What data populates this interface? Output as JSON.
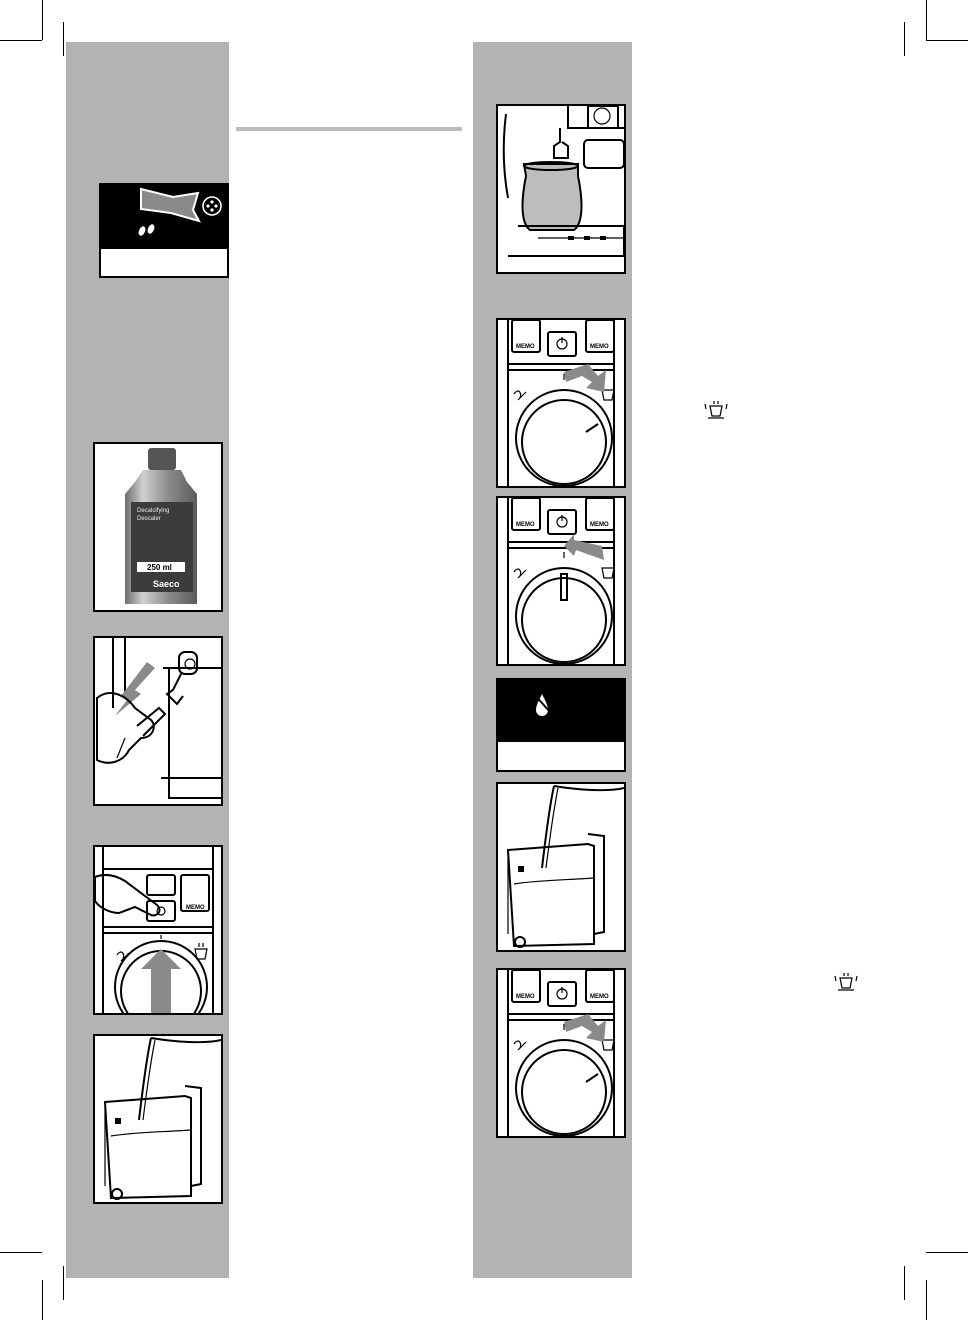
{
  "bottle": {
    "name_line1": "Decalcifying",
    "name_line2": "Descaler",
    "volume": "250 ml",
    "brand": "Saeco"
  },
  "buttons": {
    "memo": "MEMO"
  },
  "colors": {
    "band_gray": "#b3b3b3",
    "arrow_gray": "#8a8a8a",
    "ink": "#000000",
    "paper": "#ffffff"
  },
  "icons": {
    "descaling_symbol": "descale-icon",
    "beans": "coffee-beans-icon",
    "power": "power-icon",
    "steam": "steam-icon",
    "hot_water": "hot-water-cup-icon",
    "water_drop": "water-drop-icon"
  }
}
